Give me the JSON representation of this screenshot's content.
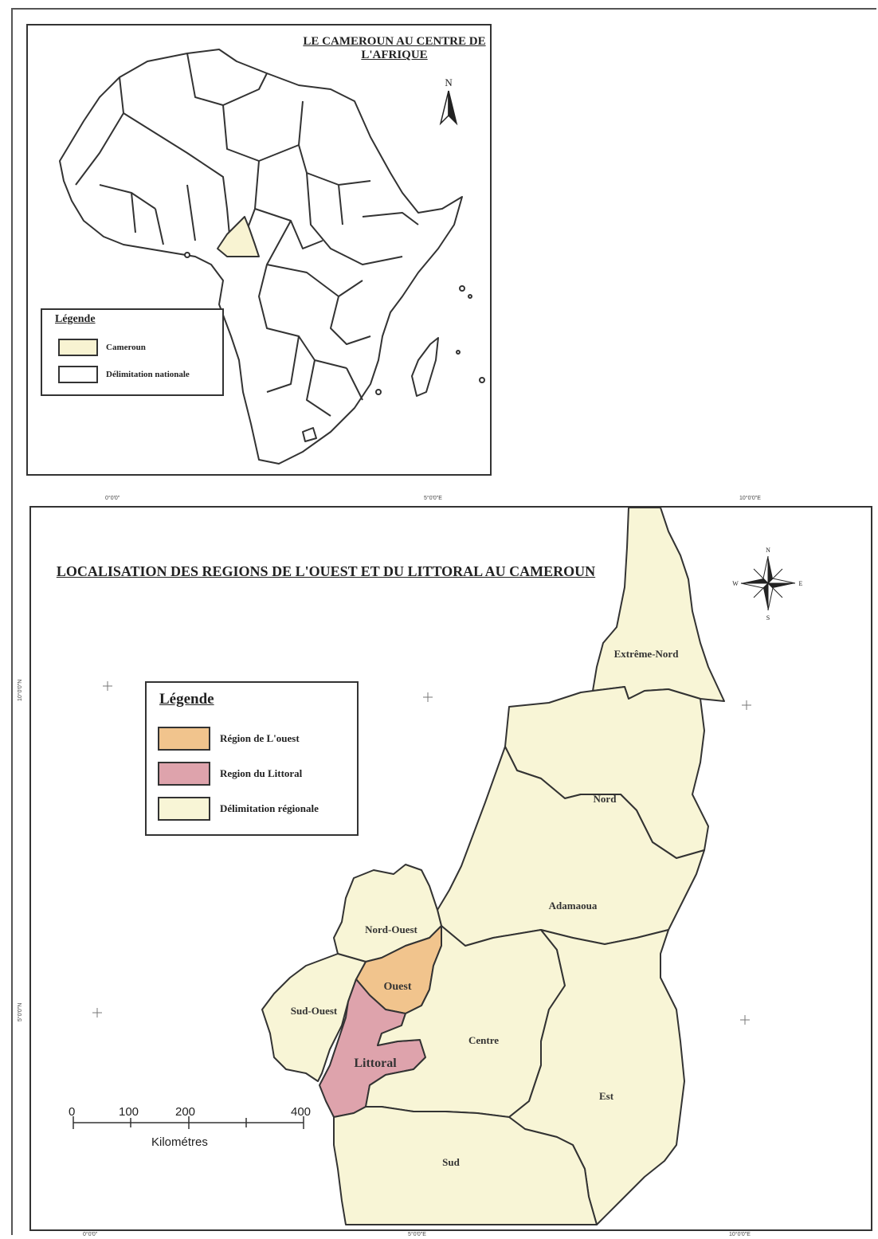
{
  "inset_map": {
    "title": "LE CAMEROUN AU CENTRE DE L'AFRIQUE",
    "north_label": "N",
    "legend": {
      "heading": "Légende",
      "items": [
        {
          "label": "Cameroun",
          "color": "#f8f3d2"
        },
        {
          "label": "Délimitation nationale",
          "color": "#ffffff"
        }
      ]
    }
  },
  "main_map": {
    "title": "LOCALISATION DES REGIONS DE L'OUEST ET DU LITTORAL AU CAMEROUN",
    "legend": {
      "heading": "Légende",
      "items": [
        {
          "label": "Région de L'ouest",
          "color": "#f1c48d"
        },
        {
          "label": "Region du Littoral",
          "color": "#dea3ac"
        },
        {
          "label": "Délimitation régionale",
          "color": "#f8f5d6"
        }
      ]
    },
    "regions": [
      {
        "name": "Extrême-Nord"
      },
      {
        "name": "Nord"
      },
      {
        "name": "Adamaoua"
      },
      {
        "name": "Nord-Ouest"
      },
      {
        "name": "Ouest"
      },
      {
        "name": "Sud-Ouest"
      },
      {
        "name": "Littoral"
      },
      {
        "name": "Centre"
      },
      {
        "name": "Est"
      },
      {
        "name": "Sud"
      }
    ],
    "compass": {
      "n": "N",
      "s": "S",
      "e": "E",
      "w": "W"
    },
    "graticule": {
      "top": [
        "0°0'0\"",
        "5°0'0\"E",
        "10°0'0\"E"
      ],
      "bottom": [
        "0°0'0\"",
        "5°0'0\"E",
        "10°0'0\"E"
      ],
      "left": [
        "10°0'0\"N",
        "5°0'0\"N"
      ]
    },
    "scale_bar": {
      "ticks": [
        "0",
        "100",
        "200",
        "400"
      ],
      "unit": "Kilométres"
    }
  },
  "colors": {
    "outline": "#333333",
    "ouest": "#f1c48d",
    "littoral": "#dea3ac",
    "other_regions": "#f8f5d6",
    "cameroon_inset": "#f8f3d2"
  }
}
